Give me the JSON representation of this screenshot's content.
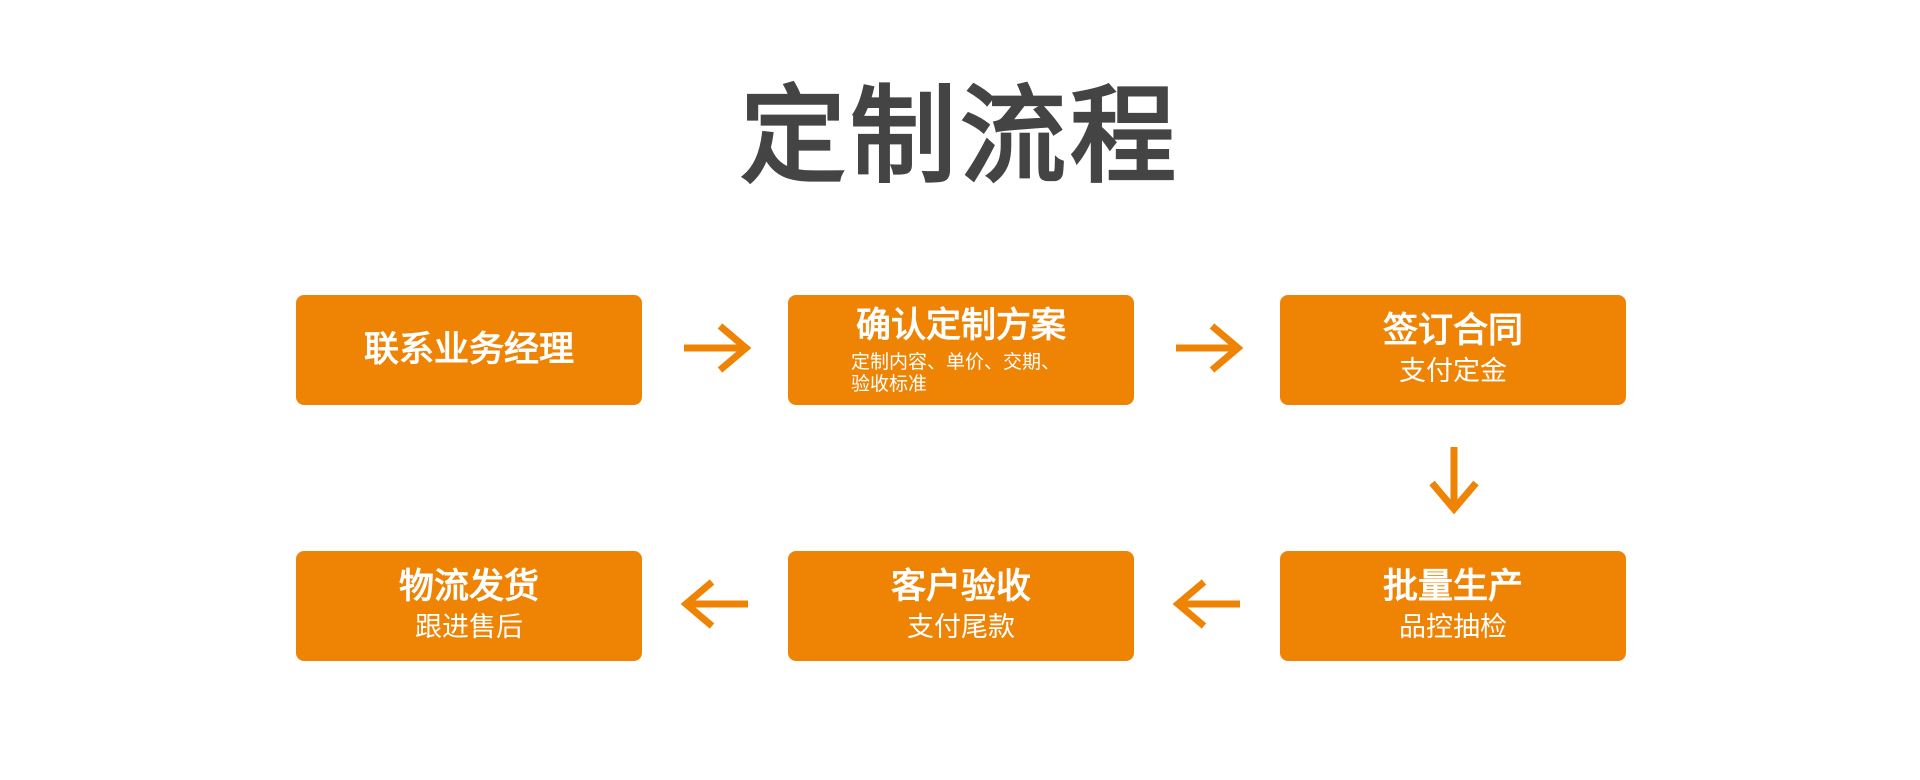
{
  "title": "定制流程",
  "colors": {
    "box": "#ef8304",
    "arrow": "#ef8304",
    "title": "#444444",
    "box_text": "#ffffff"
  },
  "steps": [
    {
      "title": "联系业务经理",
      "subtitle": ""
    },
    {
      "title": "确认定制方案",
      "subtitle": "定制内容、单价、交期、验收标准"
    },
    {
      "title": "签订合同",
      "subtitle": "支付定金"
    },
    {
      "title": "批量生产",
      "subtitle": "品控抽检"
    },
    {
      "title": "客户验收",
      "subtitle": "支付尾款"
    },
    {
      "title": "物流发货",
      "subtitle": "跟进售后"
    }
  ],
  "arrows": [
    {
      "from": 0,
      "to": 1,
      "direction": "right"
    },
    {
      "from": 1,
      "to": 2,
      "direction": "right"
    },
    {
      "from": 2,
      "to": 3,
      "direction": "down"
    },
    {
      "from": 3,
      "to": 4,
      "direction": "left"
    },
    {
      "from": 4,
      "to": 5,
      "direction": "left"
    }
  ]
}
